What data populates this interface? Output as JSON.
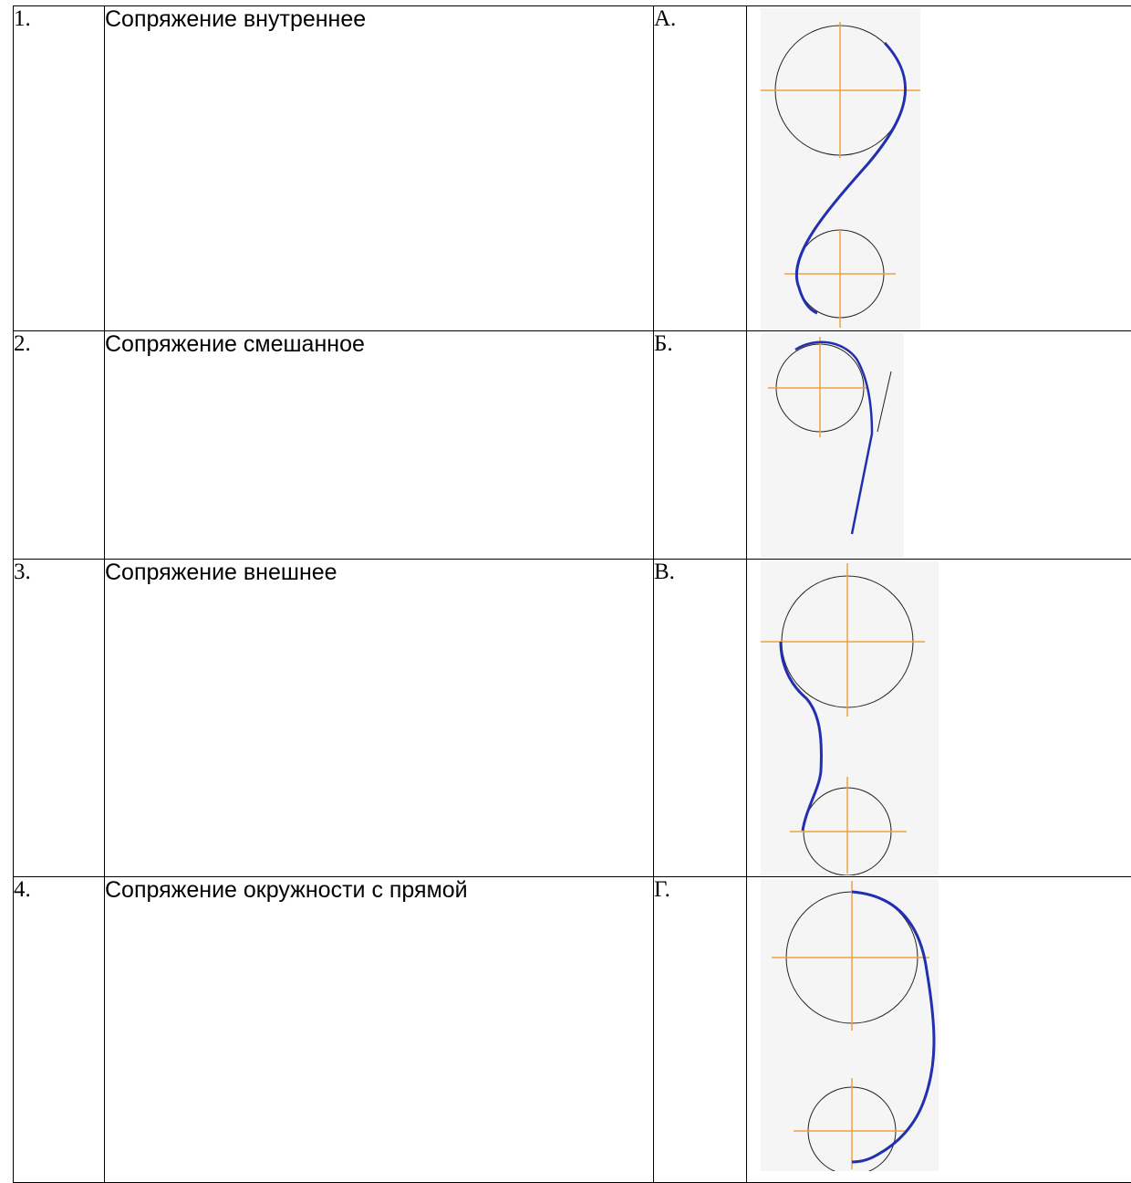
{
  "rows": [
    {
      "number": "1.",
      "description": "Сопряжение внутреннее",
      "letter": "А.",
      "figure": "s-curve-two-circles-diagram"
    },
    {
      "number": "2.",
      "description": "Сопряжение смешанное",
      "letter": "Б.",
      "figure": "circle-with-line-diagram"
    },
    {
      "number": "3.",
      "description": "Сопряжение внешнее",
      "letter": "В.",
      "figure": "left-connected-circles-diagram"
    },
    {
      "number": "4.",
      "description": "Сопряжение окружности с прямой",
      "letter": "Г.",
      "figure": "right-arc-circles-diagram"
    }
  ],
  "colors": {
    "circle": "#222222",
    "centerline": "#f0a040",
    "arc": "#2230b0",
    "figure_bg": "#f5f5f5"
  }
}
